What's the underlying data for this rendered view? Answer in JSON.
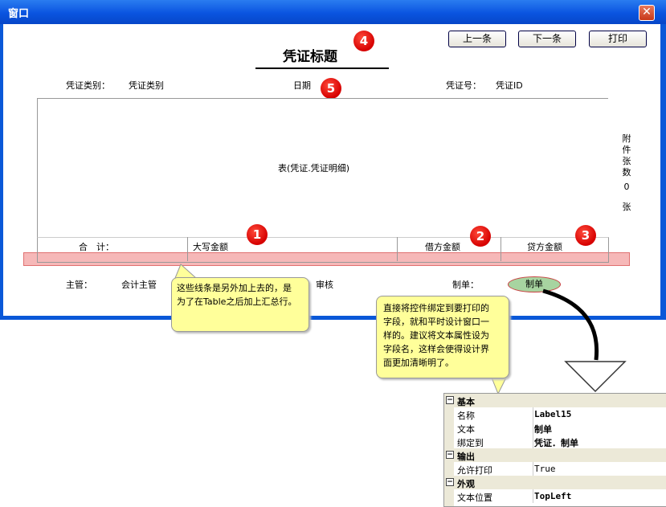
{
  "window": {
    "title": "窗口",
    "close_symbol": "✕"
  },
  "toolbar": {
    "prev_label": "上一条",
    "next_label": "下一条",
    "print_label": "打印"
  },
  "voucher": {
    "title": "凭证标题",
    "type_label": "凭证类别：",
    "type_value": "凭证类别",
    "date_label": "日期",
    "number_label": "凭证号：",
    "number_value": "凭证ID",
    "table_binding": "表(凭证.凭证明细)",
    "attachments": {
      "chars": [
        "附",
        "件",
        "张",
        "数"
      ],
      "count": "0",
      "unit": "张"
    },
    "summary": {
      "total_label": "合　计：",
      "capital_amount": "大写金额",
      "debit_amount": "借方金额",
      "credit_amount": "贷方金额"
    },
    "footer": {
      "manager_label": "主管：",
      "manager_value": "会计主管",
      "audit_value": "审核",
      "maker_label": "制单：",
      "maker_value": "制单"
    }
  },
  "markers": {
    "m1": "1",
    "m2": "2",
    "m3": "3",
    "m4": "4",
    "m5": "5"
  },
  "callouts": {
    "left": [
      "这些线条是另外加上去的，是",
      "为了在Table之后加上汇总行。"
    ],
    "right": [
      "直接将控件绑定到要打印的",
      "字段，就和平时设计窗口一",
      "样的。建议将文本属性设为",
      "字段名，这样会使得设计界",
      "面更加清晰明了。"
    ]
  },
  "property_grid": {
    "basic_category": "基本",
    "name_label": "名称",
    "name_value": "Label15",
    "text_label": "文本",
    "text_value": "制单",
    "bind_label": "绑定到",
    "bind_value": "凭证．制单",
    "output_category": "输出",
    "print_label": "允许打印",
    "print_value": "True",
    "appearance_category": "外观",
    "position_label": "文本位置",
    "position_value": "TopLeft",
    "collapse_symbol": "−"
  },
  "colors": {
    "titlebar": "#0a54e0",
    "marker": "#d60000",
    "sum_band": "#f6b8b8",
    "callout": "#ffff9a",
    "maker_oval": "#a7d4a0"
  }
}
